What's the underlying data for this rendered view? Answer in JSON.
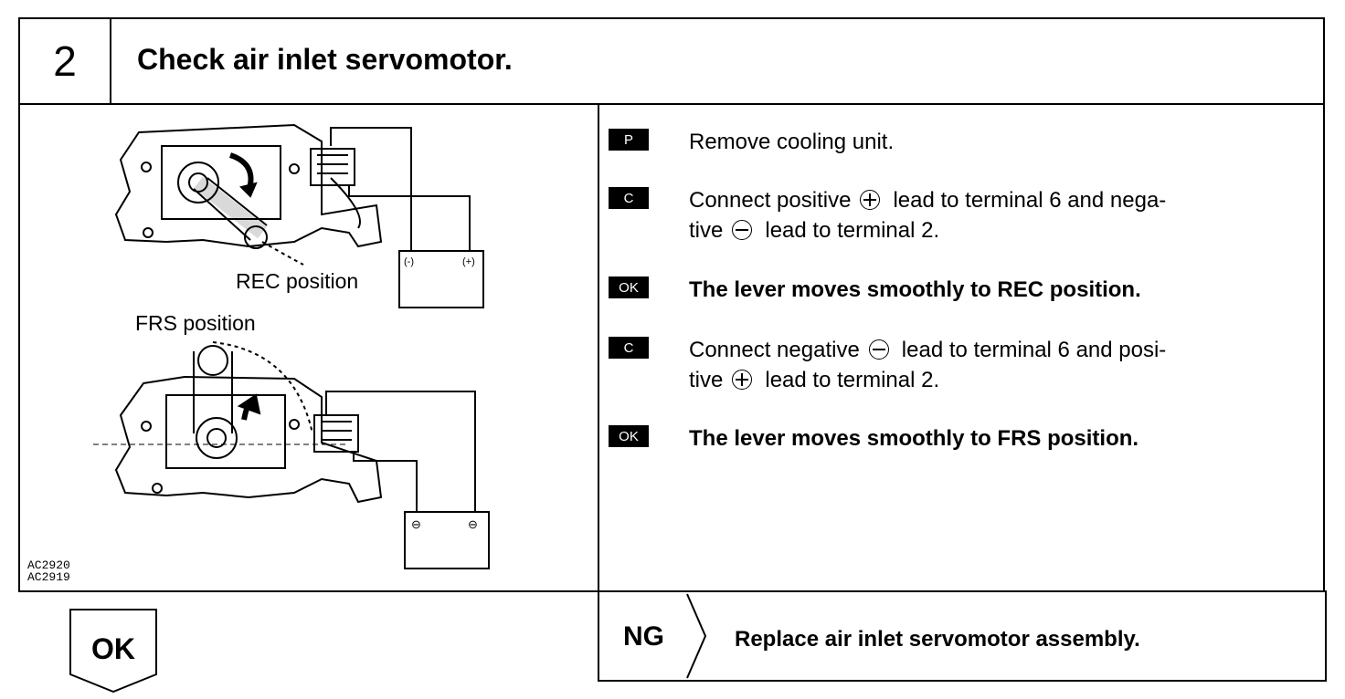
{
  "header": {
    "step_number": "2",
    "title": "Check air inlet servomotor."
  },
  "diagram": {
    "rec_label": "REC position",
    "frs_label": "FRS position",
    "figure_codes": [
      "AC2920",
      "AC2919"
    ],
    "battery_top_terminals": [
      "(-)",
      "(+)"
    ],
    "battery_bottom_terminals": [
      "⊖",
      "⊖"
    ]
  },
  "steps": [
    {
      "badge": "P",
      "bold": false,
      "lines": [
        "Remove cooling unit."
      ]
    },
    {
      "badge": "C",
      "bold": false,
      "line1_a": "Connect positive",
      "line1_b": "lead to terminal 6 and nega-",
      "line2_a": "tive",
      "line2_b": "lead to terminal 2."
    },
    {
      "badge": "OK",
      "bold": true,
      "lines": [
        "The lever moves smoothly to REC position."
      ]
    },
    {
      "badge": "C",
      "bold": false,
      "line1_a": "Connect negative",
      "line1_b": "lead to terminal 6 and posi-",
      "line2_a": "tive",
      "line2_b": "lead to terminal 2."
    },
    {
      "badge": "OK",
      "bold": true,
      "lines": [
        "The lever moves smoothly to FRS position."
      ]
    }
  ],
  "result_ok": {
    "label": "OK"
  },
  "result_ng": {
    "label": "NG",
    "text": "Replace air inlet servomotor assembly."
  }
}
